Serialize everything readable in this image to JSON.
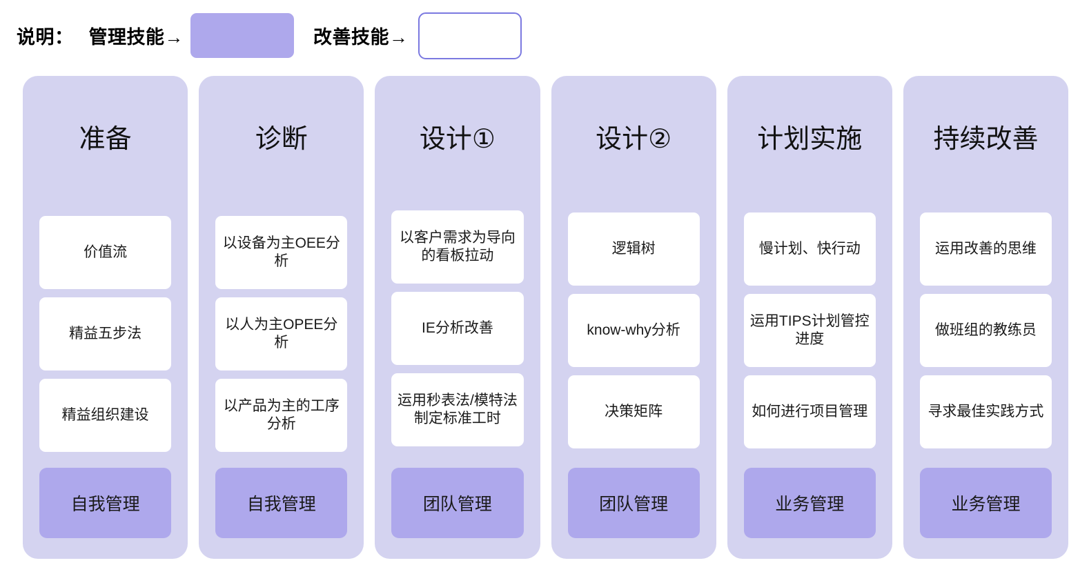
{
  "legend": {
    "prefix": "说明：",
    "management_label": "管理技能→",
    "management_color": "#aea8ec",
    "improvement_label": "改善技能→",
    "improvement_color": "#ffffff",
    "improvement_border_color": "#7b79e0"
  },
  "board": {
    "column_bg_color": "#d4d3f0",
    "card_bg_color": "#ffffff",
    "footer_bg_color": "#aea8ec",
    "columns": [
      {
        "header": "准备",
        "cards": [
          "价值流",
          "精益五步法",
          "精益组织建设"
        ],
        "footer": "自我管理"
      },
      {
        "header": "诊断",
        "cards": [
          "以设备为主OEE分析",
          "以人为主OPEE分析",
          "以产品为主的工序分析"
        ],
        "footer": "自我管理"
      },
      {
        "header": "设计①",
        "cards": [
          "以客户需求为导向的看板拉动",
          "IE分析改善",
          "运用秒表法/模特法制定标准工时"
        ],
        "footer": "团队管理"
      },
      {
        "header": "设计②",
        "cards": [
          "逻辑树",
          "know-why分析",
          "决策矩阵"
        ],
        "footer": "团队管理"
      },
      {
        "header": "计划实施",
        "cards": [
          "慢计划、快行动",
          "运用TIPS计划管控进度",
          "如何进行项目管理"
        ],
        "footer": "业务管理"
      },
      {
        "header": "持续改善",
        "cards": [
          "运用改善的思维",
          "做班组的教练员",
          "寻求最佳实践方式"
        ],
        "footer": "业务管理"
      }
    ]
  }
}
